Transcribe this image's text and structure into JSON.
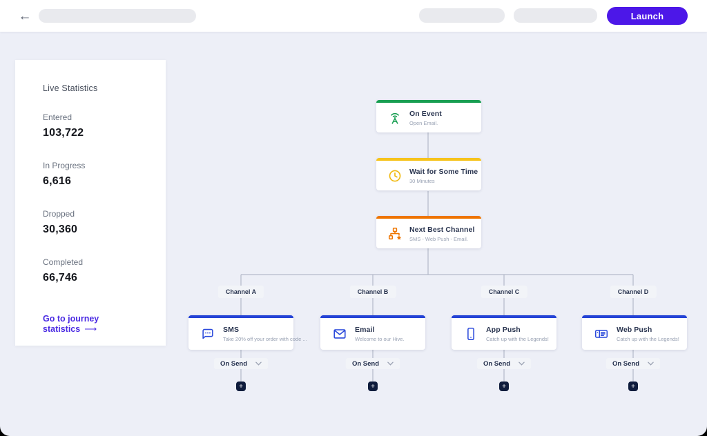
{
  "header": {
    "back_icon": "←",
    "launch_label": "Launch"
  },
  "stats": {
    "title": "Live Statistics",
    "items": [
      {
        "label": "Entered",
        "value": "103,722"
      },
      {
        "label": "In Progress",
        "value": "6,616"
      },
      {
        "label": "Dropped",
        "value": "30,360"
      },
      {
        "label": "Completed",
        "value": "66,746"
      }
    ],
    "link_label": "Go to journey statistics",
    "link_arrow": "⟶"
  },
  "flow": {
    "trunk": [
      {
        "title": "On Event",
        "subtitle": "Open Email.",
        "icon": "antenna-icon",
        "accent_color": "#189E52"
      },
      {
        "title": "Wait for Some Time",
        "subtitle": "30 Minutes",
        "icon": "clock-icon",
        "accent_color": "#F6C31B"
      },
      {
        "title": "Next Best Channel",
        "subtitle": "SMS - Web Push - Email.",
        "icon": "hierarchy-star-icon",
        "accent_color": "#EE7500"
      }
    ],
    "branches": [
      {
        "chip": "Channel A",
        "title": "SMS",
        "subtitle": "Take 20% off your order with code ...",
        "icon": "sms-icon"
      },
      {
        "chip": "Channel B",
        "title": "Email",
        "subtitle": "Welcome to our Hive.",
        "icon": "email-icon"
      },
      {
        "chip": "Channel C",
        "title": "App Push",
        "subtitle": "Catch up with the Legends!",
        "icon": "app-push-icon"
      },
      {
        "chip": "Channel D",
        "title": "Web Push",
        "subtitle": "Catch up with the Legends!",
        "icon": "web-push-icon"
      }
    ],
    "branch_accent_color": "#2443D6",
    "on_send_label": "On Send",
    "plus_label": "+"
  }
}
